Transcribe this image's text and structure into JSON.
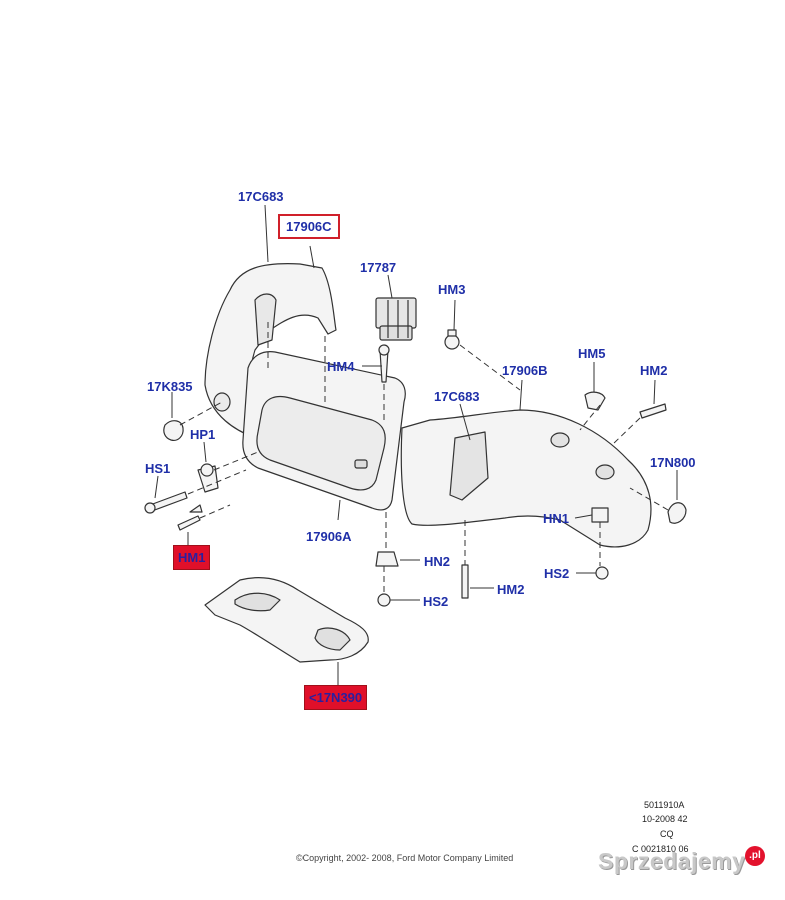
{
  "callouts": {
    "c17c683_top": "17C683",
    "c17906c": "17906C",
    "c17787": "17787",
    "hm3": "HM3",
    "hm4": "HM4",
    "c17906b": "17906B",
    "hm5": "HM5",
    "hm2_right": "HM2",
    "c17k835": "17K835",
    "c17c683_mid": "17C683",
    "hp1": "HP1",
    "hs1": "HS1",
    "c17n800": "17N800",
    "hm1": "HM1",
    "c17906a": "17906A",
    "hn1": "HN1",
    "hn2": "HN2",
    "hs2_right": "HS2",
    "hm2_bottom": "HM2",
    "hs2_bottom": "HS2",
    "c17n390": "<17N390"
  },
  "reference": {
    "line1": "5011910A",
    "line2": "10-2008 42",
    "line3": "CQ",
    "line4": "C 0021810 06"
  },
  "copyright": "©Copyright, 2002- 2008, Ford Motor Company Limited",
  "watermark": {
    "text": "Sprzedajemy",
    "badge": ".pl"
  },
  "colors": {
    "label": "#1f2fa8",
    "highlight_box": "#e0102a",
    "outline_box": "#d0202a",
    "line": "#333333"
  }
}
